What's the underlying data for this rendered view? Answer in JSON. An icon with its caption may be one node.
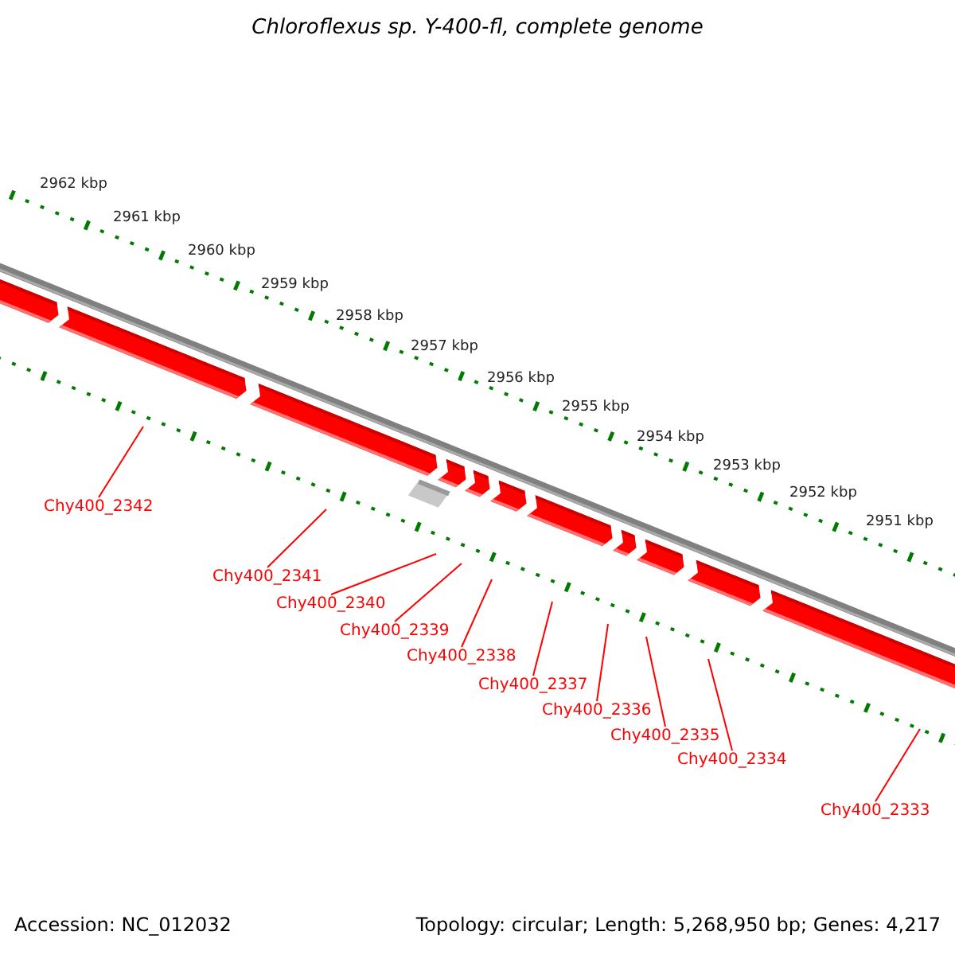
{
  "diagram": {
    "title": "Chloroflexus sp. Y-400-fl, complete genome",
    "nodes": [
      {
        "text": [
          "Chy400_2342"
        ]
      },
      {
        "text": [
          "Chy400_2341"
        ]
      },
      {
        "text": [
          "Chy400_2340"
        ]
      },
      {
        "text": [
          "Chy400_2339"
        ]
      },
      {
        "text": [
          "Chy400_2338"
        ]
      },
      {
        "text": [
          "Chy400_2337"
        ]
      },
      {
        "text": [
          "Chy400_2336"
        ]
      },
      {
        "text": [
          "Chy400_2335"
        ]
      },
      {
        "text": [
          "Chy400_2334"
        ]
      },
      {
        "text": [
          "Chy400_2333"
        ]
      }
    ],
    "edges": [
      {
        "from": 0,
        "to": null,
        "arrow": "none"
      },
      {
        "from": 1,
        "to": null,
        "arrow": "none"
      },
      {
        "from": 2,
        "to": null,
        "arrow": "none"
      },
      {
        "from": 3,
        "to": null,
        "arrow": "none"
      },
      {
        "from": 4,
        "to": null,
        "arrow": "none"
      },
      {
        "from": 5,
        "to": null,
        "arrow": "none"
      },
      {
        "from": 6,
        "to": null,
        "arrow": "none"
      },
      {
        "from": 7,
        "to": null,
        "arrow": "none"
      },
      {
        "from": 8,
        "to": null,
        "arrow": "none"
      },
      {
        "from": 9,
        "to": null,
        "arrow": "none"
      }
    ],
    "labels": [
      "2962 kbp",
      "2961 kbp",
      "2960 kbp",
      "2959 kbp",
      "2958 kbp",
      "2957 kbp",
      "2956 kbp",
      "2955 kbp",
      "2954 kbp",
      "2953 kbp",
      "2952 kbp",
      "2951 kbp",
      "Accession: NC_012032",
      "Topology: circular; Length: 5,268,950 bp; Genes: 4,217"
    ]
  }
}
